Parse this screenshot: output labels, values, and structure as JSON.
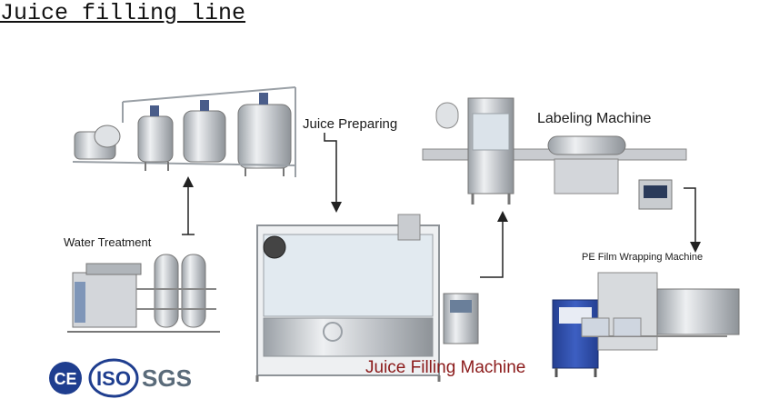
{
  "title": "Juice filling line",
  "labels": {
    "juice_preparing": "Juice Preparing",
    "labeling_machine": "Labeling Machine",
    "water_treatment": "Water Treatment",
    "pe_film": "PE Film Wrapping Machine",
    "juice_filling": "Juice Filling Machine"
  },
  "logos": {
    "ce": "CE",
    "iso": "ISO",
    "sgs": "SGS"
  },
  "colors": {
    "steel": "#c9ccd0",
    "steel_dark": "#8e9398",
    "filling_label": "#8b1a1a",
    "wrap_blue": "#2f4fa8",
    "logo_blue": "#1f3e8f",
    "sgs_grey": "#5a6b7a"
  }
}
